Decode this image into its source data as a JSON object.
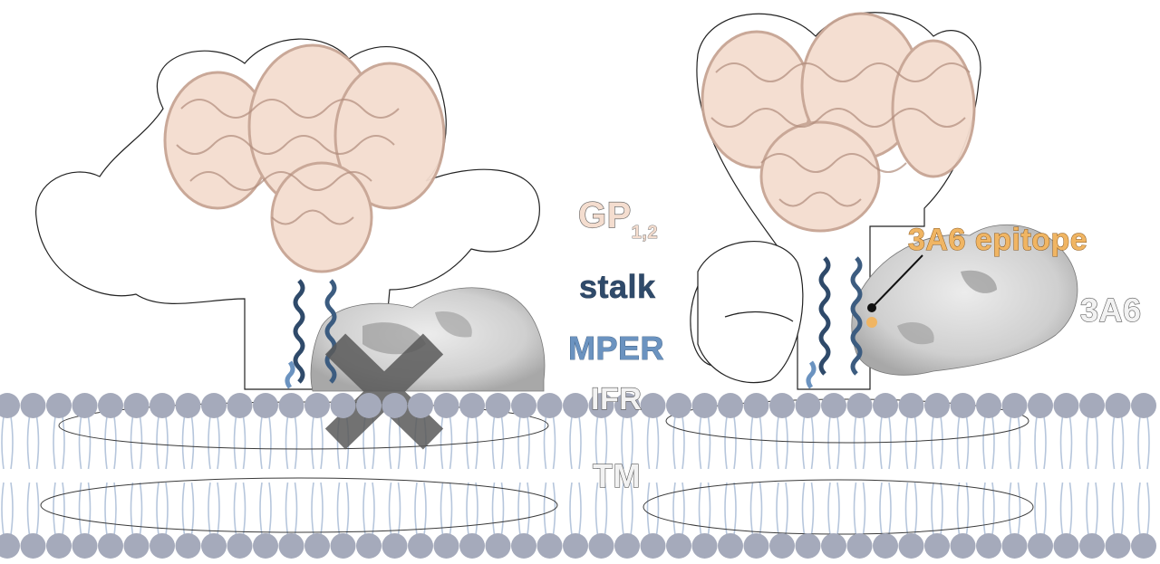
{
  "labels": {
    "gp_main": "GP",
    "gp_sub": "1,2",
    "stalk": "stalk",
    "mper": "MPER",
    "ifr": "IFR",
    "tm": "TM",
    "epitope": "3A6 epitope",
    "antibody": "3A6"
  },
  "colors": {
    "gp_fill": "#f4ddcf",
    "gp_ribbon": "#c7a493",
    "stalk": "#2f4a6a",
    "mper": "#6b93c0",
    "membrane_head": "#a5aabb",
    "membrane_tail": "#b6c6dc",
    "antibody_surface": "#d4d4d4",
    "epitope": "#f0b563",
    "blocked_x": "#5a5a5a"
  }
}
